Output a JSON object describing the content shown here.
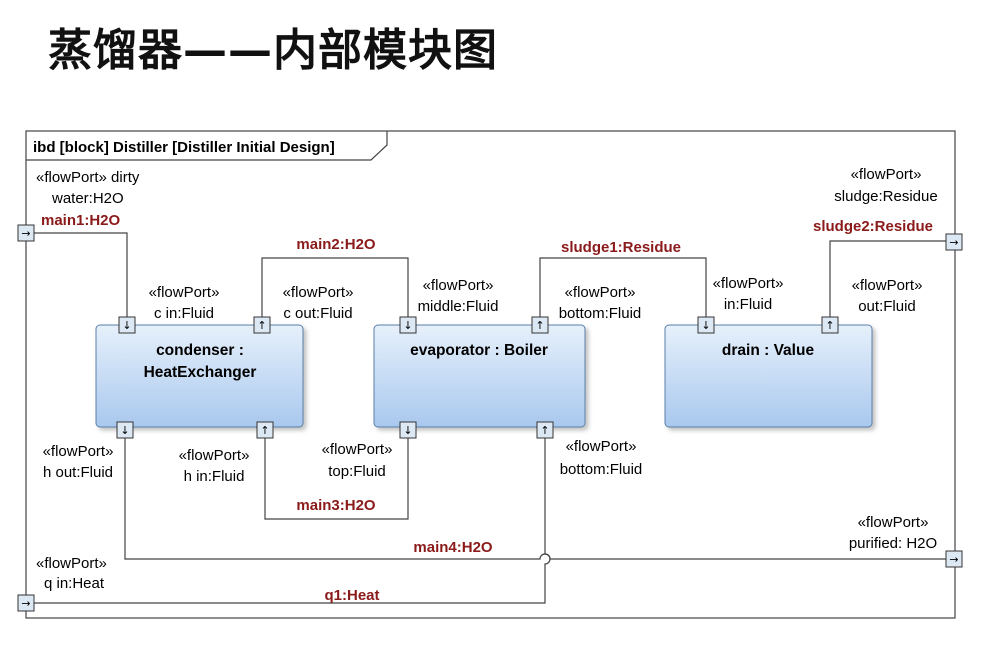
{
  "title": "蒸馏器——内部模块图",
  "frame": {
    "header": "ibd [block] Distiller [Distiller  Initial Design]"
  },
  "blocks": {
    "condenser": {
      "line1": "condenser :",
      "line2": "HeatExchanger"
    },
    "evaporator": {
      "line1": "evaporator : Boiler"
    },
    "drain": {
      "line1": "drain : Value"
    }
  },
  "ports": {
    "dirty_water": {
      "stereotype": "«flowPort» dirty",
      "name": "water:H2O",
      "direction": "in"
    },
    "q_in": {
      "stereotype": "«flowPort»",
      "name": "q in:Heat",
      "direction": "in"
    },
    "sludge": {
      "stereotype": "«flowPort»",
      "name": "sludge:Residue",
      "direction": "out"
    },
    "purified": {
      "stereotype": "«flowPort»",
      "name": "purified: H2O",
      "direction": "out"
    },
    "c_in": {
      "stereotype": "«flowPort»",
      "name": "c in:Fluid",
      "direction": "in"
    },
    "c_out": {
      "stereotype": "«flowPort»",
      "name": "c out:Fluid",
      "direction": "out"
    },
    "h_out": {
      "stereotype": "«flowPort»",
      "name": "h out:Fluid",
      "direction": "out"
    },
    "h_in": {
      "stereotype": "«flowPort»",
      "name": "h in:Fluid",
      "direction": "in"
    },
    "middle": {
      "stereotype": "«flowPort»",
      "name": "middle:Fluid",
      "direction": "in"
    },
    "evap_bottom_out": {
      "stereotype": "«flowPort»",
      "name": "bottom:Fluid",
      "direction": "out"
    },
    "top": {
      "stereotype": "«flowPort»",
      "name": "top:Fluid",
      "direction": "out"
    },
    "evap_bottom_in": {
      "stereotype": "«flowPort»",
      "name": "bottom:Fluid",
      "direction": "in"
    },
    "drain_in": {
      "stereotype": "«flowPort»",
      "name": "in:Fluid",
      "direction": "in"
    },
    "drain_out": {
      "stereotype": "«flowPort»",
      "name": "out:Fluid",
      "direction": "out"
    }
  },
  "connectors": {
    "main1": "main1:H2O",
    "main2": "main2:H2O",
    "main3": "main3:H2O",
    "main4": "main4:H2O",
    "sludge1": "sludge1:Residue",
    "sludge2": "sludge2:Residue",
    "q1": "q1:Heat"
  },
  "icons": {
    "in_port": "arrow-down",
    "out_port": "arrow-up",
    "boundary_port": "arrow-right"
  },
  "colors": {
    "connector_label": "#8b1a1a",
    "block_fill_top": "#e6f0fb",
    "block_fill_bottom": "#a9c8ee",
    "port_fill": "#dde8f5"
  }
}
